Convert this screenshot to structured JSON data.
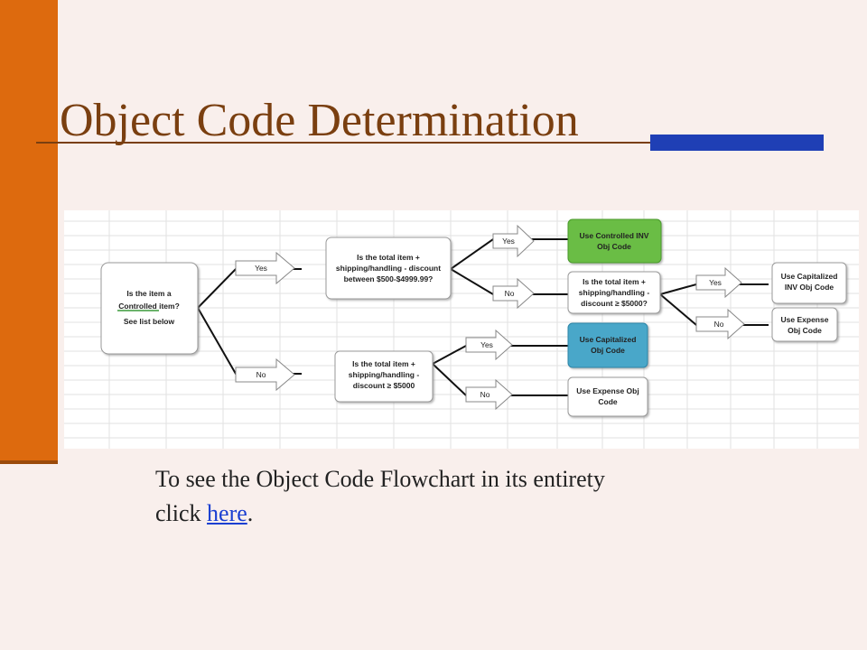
{
  "title": "Object Code Determination",
  "flowchart": {
    "start": [
      "Is the item a",
      "Controlled item?",
      "See list below"
    ],
    "q_controlled_total": [
      "Is the total item +",
      "shipping/handling - discount",
      "between $500-$4999.99?"
    ],
    "q_controlled_5000": [
      "Is the total item +",
      "shipping/handling -",
      "discount ≥ $5000?"
    ],
    "q_noncontrolled_5000": [
      "Is the total item +",
      "shipping/handling  -",
      "discount ≥ $5000"
    ],
    "r_controlled_inv": [
      "Use Controlled INV",
      "Obj Code"
    ],
    "r_capitalized_inv": [
      "Use Capitalized",
      "INV Obj Code"
    ],
    "r_expense_1": [
      "Use Expense",
      "Obj Code"
    ],
    "r_capitalized": [
      "Use Capitalized",
      "Obj Code"
    ],
    "r_expense_2": [
      "Use Expense Obj",
      "Code"
    ],
    "yes": "Yes",
    "no": "No",
    "colors": {
      "green": "#6abd45",
      "blue": "#4aa7c9",
      "accent": "#1f3fb5",
      "orange": "#dd6a0e"
    }
  },
  "caption": {
    "line1": "To see the Object Code Flowchart in its entirety",
    "line2_prefix": "click ",
    "link": "here",
    "line2_suffix": "."
  }
}
